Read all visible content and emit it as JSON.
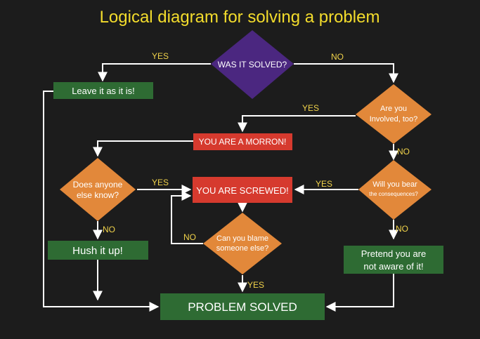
{
  "title": "Logical diagram for solving a problem",
  "colors": {
    "background": "#1c1c1c",
    "title": "#f3dc2c",
    "decision_purple": "#4b2780",
    "decision_orange": "#e2883a",
    "action_red": "#d63a2e",
    "action_green": "#2e6b33",
    "connector": "#ffffff",
    "branch_label": "#f0d24a"
  },
  "nodes": {
    "solved": {
      "text": "WAS IT SOLVED?"
    },
    "involved": {
      "line1": "Are you",
      "line2": "Involved, too?"
    },
    "leave": {
      "text": "Leave it as it is!"
    },
    "moron": {
      "text": "YOU ARE A MORRON!"
    },
    "bear": {
      "line1": "Will you bear",
      "line2": "the consequences?"
    },
    "anyone": {
      "line1": "Does anyone",
      "line2": "else know?"
    },
    "screwed": {
      "text": "YOU ARE SCREWED!"
    },
    "hush": {
      "text": "Hush it up!"
    },
    "blame": {
      "line1": "Can you blame",
      "line2": "someone else?"
    },
    "pretend": {
      "line1": "Pretend you are",
      "line2": "not aware of it!"
    },
    "solved_end": {
      "text": "PROBLEM SOLVED"
    }
  },
  "branches": {
    "solved_yes": "YES",
    "solved_no": "NO",
    "involved_yes": "YES",
    "involved_no": "NO",
    "bear_yes": "YES",
    "bear_no": "NO",
    "anyone_yes": "YES",
    "anyone_no": "NO",
    "blame_no": "NO",
    "blame_yes": "YES"
  }
}
